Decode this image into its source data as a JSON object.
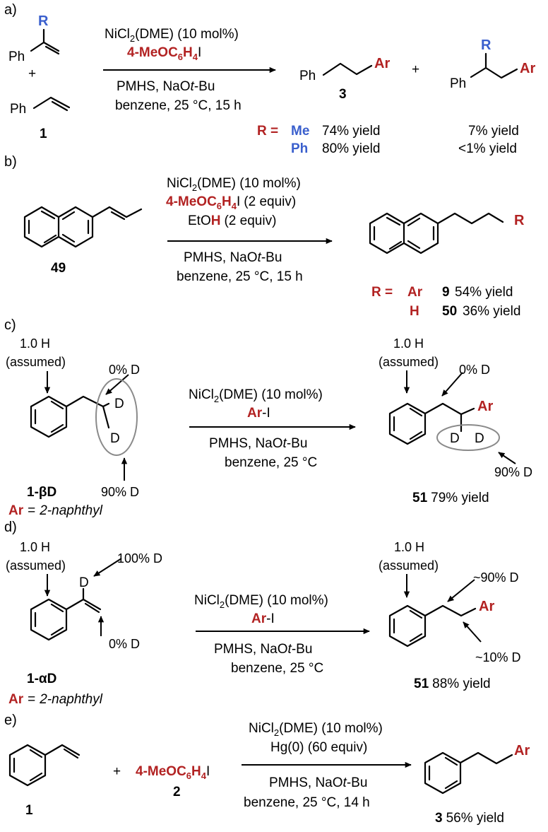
{
  "colors": {
    "red": "#b22222",
    "blue": "#3a5fcd",
    "black": "#000000",
    "ellipse_grey": "#8a8a8a"
  },
  "panel_a": {
    "label": "a)",
    "sub_R": "R",
    "sub_Ph": "Ph",
    "plus1": "+",
    "sty_Ph": "Ph",
    "sty_num": "1",
    "cond_cat_pre": "NiCl",
    "cond_cat_sub": "2",
    "cond_cat_post": "(DME) (10 mol%)",
    "cond_arI_pre": "4-MeOC",
    "cond_arI_sub": "6",
    "cond_arI_mid": "H",
    "cond_arI_sub2": "4",
    "cond_arI_post": "I",
    "cond_line3_pre": "PMHS, NaO",
    "cond_line3_it": "t",
    "cond_line3_post": "-Bu",
    "cond_line4": "benzene, 25 °C, 15 h",
    "p1_Ph": "Ph",
    "p1_Ar": "Ar",
    "p1_num": "3",
    "plus2": "+",
    "p2_R": "R",
    "p2_Ph": "Ph",
    "p2_Ar": "Ar",
    "R_eq": "R =",
    "row1_R": "Me",
    "row1_y3": "74% yield",
    "row1_y2": "7% yield",
    "row2_R": "Ph",
    "row2_y3": "80% yield",
    "row2_y2": "<1% yield"
  },
  "panel_b": {
    "label": "b)",
    "sm_num": "49",
    "cond_cat_pre": "NiCl",
    "cond_cat_sub": "2",
    "cond_cat_post": "(DME) (10 mol%)",
    "cond_arI_pre": "4-MeOC",
    "cond_arI_sub": "6",
    "cond_arI_mid": "H",
    "cond_arI_sub2": "4",
    "cond_arI_post": "I",
    "cond_arI_equiv": "(2 equiv)",
    "cond_etoh_pre": "EtO",
    "cond_etoh_H": "H",
    "cond_etoh_post": "(2 equiv)",
    "cond_line4_pre": "PMHS, NaO",
    "cond_line4_it": "t",
    "cond_line4_post": "-Bu",
    "cond_line5": "benzene, 25 °C, 15 h",
    "prod_R": "R",
    "R_eq": "R =",
    "row1_R": "Ar",
    "row1_num": "9",
    "row1_yield": "54% yield",
    "row2_R": "H",
    "row2_num": "50",
    "row2_yield": "36% yield"
  },
  "panel_c": {
    "label": "c)",
    "sm_H_line1": "1.0 H",
    "sm_H_line2": "(assumed)",
    "sm_alpha": "0% D",
    "sm_beta": "90% D",
    "sm_D1": "D",
    "sm_D2": "D",
    "sm_label_pre": "1-",
    "sm_label_greek": "β",
    "sm_label_post": "D",
    "ar_def_Ar": "Ar",
    "ar_def_eq": "=",
    "ar_def_val": "2-naphthyl",
    "cond_cat_pre": "NiCl",
    "cond_cat_sub": "2",
    "cond_cat_post": "(DME) (10 mol%)",
    "cond_arI_Ar": "Ar",
    "cond_arI_post": "-I",
    "cond_line3_pre": "PMHS, NaO",
    "cond_line3_it": "t",
    "cond_line3_post": "-Bu",
    "cond_line4": "benzene, 25 °C",
    "p_H_line1": "1.0 H",
    "p_H_line2": "(assumed)",
    "p_alpha": "0% D",
    "p_Ar": "Ar",
    "p_D1": "D",
    "p_D2": "D",
    "p_beta": "90% D",
    "p_num": "51",
    "p_yield": "79% yield"
  },
  "panel_d": {
    "label": "d)",
    "sm_H_line1": "1.0 H",
    "sm_H_line2": "(assumed)",
    "sm_alpha": "100% D",
    "sm_D": "D",
    "sm_beta": "0% D",
    "sm_label_pre": "1-",
    "sm_label_greek": "α",
    "sm_label_post": "D",
    "ar_def_Ar": "Ar",
    "ar_def_eq": "=",
    "ar_def_val": "2-naphthyl",
    "cond_cat_pre": "NiCl",
    "cond_cat_sub": "2",
    "cond_cat_post": "(DME) (10 mol%)",
    "cond_arI_Ar": "Ar",
    "cond_arI_post": "-I",
    "cond_line3_pre": "PMHS, NaO",
    "cond_line3_it": "t",
    "cond_line3_post": "-Bu",
    "cond_line4": "benzene, 25 °C",
    "p_H_line1": "1.0 H",
    "p_H_line2": "(assumed)",
    "p_alpha": "~90% D",
    "p_Ar": "Ar",
    "p_beta": "~10% D",
    "p_num": "51",
    "p_yield": "88% yield"
  },
  "panel_e": {
    "label": "e)",
    "sm_num": "1",
    "plus": "+",
    "arI_pre": "4-MeOC",
    "arI_sub": "6",
    "arI_mid": "H",
    "arI_sub2": "4",
    "arI_post": "I",
    "arI_num": "2",
    "cond_cat_pre": "NiCl",
    "cond_cat_sub": "2",
    "cond_cat_post": "(DME) (10 mol%)",
    "cond_hg": "Hg(0) (60 equiv)",
    "cond_line3_pre": "PMHS, NaO",
    "cond_line3_it": "t",
    "cond_line3_post": "-Bu",
    "cond_line4": "benzene, 25 °C, 14 h",
    "p_Ar": "Ar",
    "p_num": "3",
    "p_yield": "56% yield"
  }
}
